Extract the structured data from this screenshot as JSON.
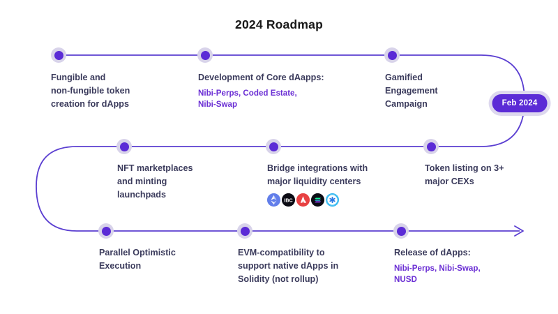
{
  "title": "2024 Roadmap",
  "theme": {
    "line": "#5b3fd1",
    "node_core": "#5b2bd6",
    "node_ring": "#d8d3ea",
    "title_color": "#191919",
    "text_color": "#3b3b5c",
    "accent_color": "#6b2fd4",
    "badge_bg": "#5b2bd6",
    "badge_text": "#ffffff",
    "background": "#ffffff"
  },
  "date_badge": {
    "label": "Feb 2024"
  },
  "rows": [
    {
      "name": "row-1",
      "milestones": [
        {
          "id": "fungible-tokens",
          "title": "Fungible and\nnon-fungible token\ncreation for dApps",
          "sub": "",
          "icons": []
        },
        {
          "id": "core-daapps",
          "title": "Development of Core dAapps:",
          "sub": "Nibi-Perps, Coded Estate,\nNibi-Swap",
          "icons": []
        },
        {
          "id": "gamified-engagement",
          "title": "Gamified\nEngagement\nCampaign",
          "sub": "",
          "icons": []
        }
      ]
    },
    {
      "name": "row-2",
      "milestones": [
        {
          "id": "nft-marketplaces",
          "title": "NFT marketplaces\nand minting\nlaunchpads",
          "sub": "",
          "icons": []
        },
        {
          "id": "bridge-integrations",
          "title": "Bridge integrations with\nmajor liquidity centers",
          "sub": "",
          "icons": [
            "ethereum-icon",
            "ibc-icon",
            "avalanche-icon",
            "solana-icon",
            "axelar-icon"
          ]
        },
        {
          "id": "token-listing",
          "title": "Token listing on 3+\nmajor CEXs",
          "sub": "",
          "icons": []
        }
      ]
    },
    {
      "name": "row-3",
      "milestones": [
        {
          "id": "parallel-optimistic-execution",
          "title": "Parallel Optimistic\nExecution",
          "sub": "",
          "icons": []
        },
        {
          "id": "evm-compatibility",
          "title": "EVM-compatibility to\nsupport native dApps in\nSolidity (not rollup)",
          "sub": "",
          "icons": []
        },
        {
          "id": "release-of-dapps",
          "title": "Release of dApps:",
          "sub": "Nibi-Perps, Nibi-Swap,\nNUSD",
          "icons": []
        }
      ]
    }
  ]
}
